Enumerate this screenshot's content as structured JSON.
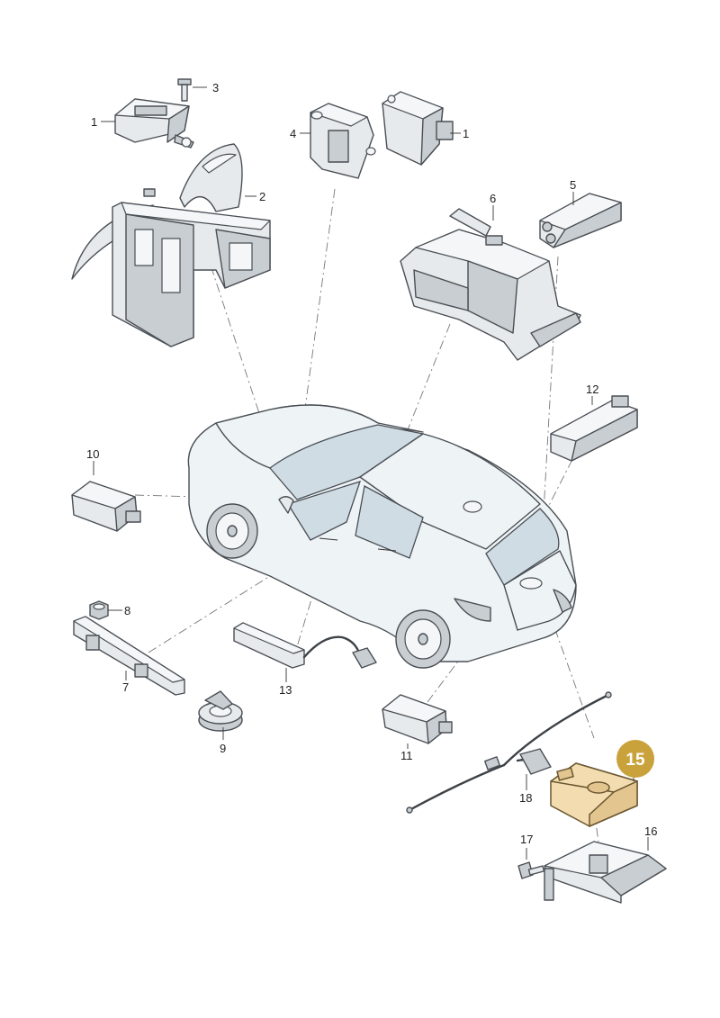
{
  "callouts": [
    {
      "id": "c1a",
      "text": "1"
    },
    {
      "id": "c1b",
      "text": "1"
    },
    {
      "id": "c2",
      "text": "2"
    },
    {
      "id": "c3",
      "text": "3"
    },
    {
      "id": "c4",
      "text": "4"
    },
    {
      "id": "c5",
      "text": "5"
    },
    {
      "id": "c6",
      "text": "6"
    },
    {
      "id": "c7",
      "text": "7"
    },
    {
      "id": "c8",
      "text": "8"
    },
    {
      "id": "c9",
      "text": "9"
    },
    {
      "id": "c10",
      "text": "10"
    },
    {
      "id": "c11",
      "text": "11"
    },
    {
      "id": "c12",
      "text": "12"
    },
    {
      "id": "c13",
      "text": "13"
    },
    {
      "id": "c16",
      "text": "16"
    },
    {
      "id": "c17",
      "text": "17"
    },
    {
      "id": "c18",
      "text": "18"
    }
  ],
  "highlight": {
    "text": "15",
    "badge_color": "#c9a23c",
    "part_color": "#f3ddb0"
  }
}
